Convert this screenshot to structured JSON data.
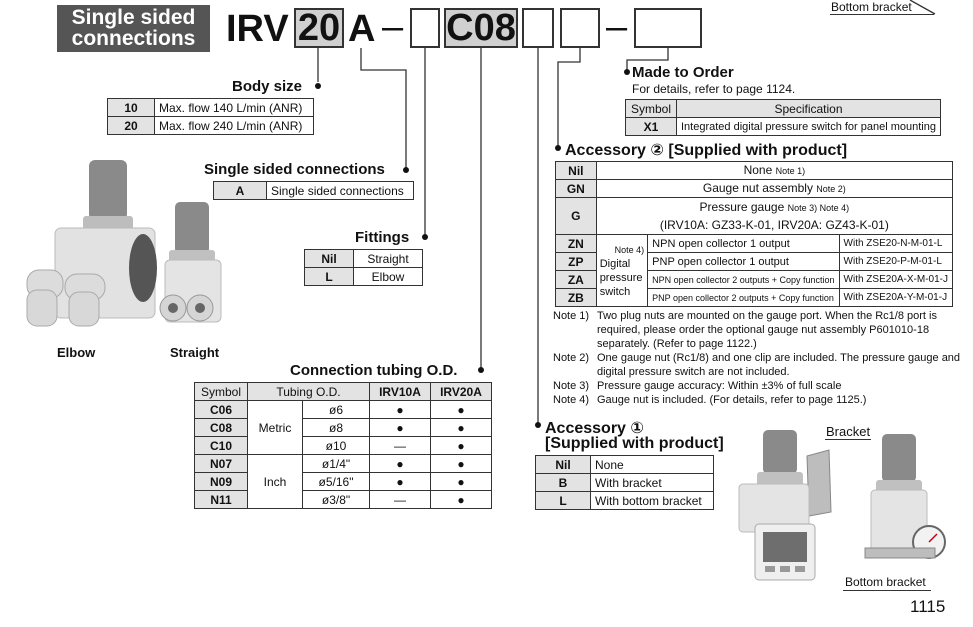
{
  "header": {
    "tag_line1": "Single sided",
    "tag_line2": "connections",
    "code_prefix": "IRV",
    "code_size": "20",
    "code_type": "A",
    "dash1": "–",
    "code_fitting": "C08",
    "dash2": "–"
  },
  "top_callout": "Bottom bracket",
  "body_size": {
    "title": "Body size",
    "rows": [
      {
        "code": "10",
        "desc": "Max. flow 140 L/min (ANR)"
      },
      {
        "code": "20",
        "desc": "Max. flow 240 L/min (ANR)"
      }
    ]
  },
  "single_sided": {
    "title": "Single sided connections",
    "rows": [
      {
        "code": "A",
        "desc": "Single sided connections"
      }
    ]
  },
  "fittings": {
    "title": "Fittings",
    "rows": [
      {
        "code": "Nil",
        "desc": "Straight"
      },
      {
        "code": "L",
        "desc": "Elbow"
      }
    ]
  },
  "photo_labels": {
    "elbow": "Elbow",
    "straight": "Straight"
  },
  "tubing": {
    "title": "Connection tubing O.D.",
    "headers": [
      "Symbol",
      "Tubing O.D.",
      "IRV10A",
      "IRV20A"
    ],
    "group_metric": "Metric",
    "group_inch": "Inch",
    "rows": [
      {
        "symbol": "C06",
        "od": "ø6",
        "irv10a": "●",
        "irv20a": "●"
      },
      {
        "symbol": "C08",
        "od": "ø8",
        "irv10a": "●",
        "irv20a": "●"
      },
      {
        "symbol": "C10",
        "od": "ø10",
        "irv10a": "—",
        "irv20a": "●"
      },
      {
        "symbol": "N07",
        "od": "ø1/4\"",
        "irv10a": "●",
        "irv20a": "●"
      },
      {
        "symbol": "N09",
        "od": "ø5/16\"",
        "irv10a": "●",
        "irv20a": "●"
      },
      {
        "symbol": "N11",
        "od": "ø3/8\"",
        "irv10a": "—",
        "irv20a": "●"
      }
    ]
  },
  "made_to_order": {
    "title": "Made to Order",
    "subtitle": "For details, refer to page 1124.",
    "headers": [
      "Symbol",
      "Specification"
    ],
    "rows": [
      {
        "symbol": "X1",
        "spec": "Integrated digital pressure switch for panel mounting"
      }
    ]
  },
  "accessory2": {
    "title": "Accessory ② [Supplied with product]",
    "nil": {
      "code": "Nil",
      "desc": "None",
      "note": "Note 1)"
    },
    "gn": {
      "code": "GN",
      "desc": "Gauge nut assembly",
      "note": "Note 2)"
    },
    "g": {
      "code": "G",
      "desc": "Pressure gauge",
      "note": "Note 3) Note 4)",
      "desc2": "(IRV10A: GZ33-K-01, IRV20A: GZ43-K-01)"
    },
    "switch_note": "Note 4)",
    "switch_label1": "Digital",
    "switch_label2": "pressure",
    "switch_label3": "switch",
    "switch_rows": [
      {
        "code": "ZN",
        "desc": "NPN open collector 1 output",
        "model": "With ZSE20-N-M-01-L"
      },
      {
        "code": "ZP",
        "desc": "PNP open collector 1 output",
        "model": "With ZSE20-P-M-01-L"
      },
      {
        "code": "ZA",
        "desc": "NPN open collector 2 outputs + Copy function",
        "model": "With ZSE20A-X-M-01-J"
      },
      {
        "code": "ZB",
        "desc": "PNP open collector 2 outputs + Copy function",
        "model": "With ZSE20A-Y-M-01-J"
      }
    ]
  },
  "notes": [
    {
      "label": "Note 1)",
      "text": "Two plug nuts are mounted on the gauge port. When the Rc1/8 port is required, please order the optional gauge nut assembly P601010-18 separately. (Refer to page 1122.)"
    },
    {
      "label": "Note 2)",
      "text": "One gauge nut (Rc1/8) and one clip are included. The pressure gauge and digital pressure switch are not included."
    },
    {
      "label": "Note 3)",
      "text": "Pressure gauge accuracy: Within ±3% of full scale"
    },
    {
      "label": "Note 4)",
      "text": "Gauge nut is included. (For details, refer to page 1125.)"
    }
  ],
  "accessory1": {
    "title_line1": "Accessory ①",
    "title_line2": "[Supplied with product]",
    "rows": [
      {
        "code": "Nil",
        "desc": "None"
      },
      {
        "code": "B",
        "desc": "With bracket"
      },
      {
        "code": "L",
        "desc": "With bottom bracket"
      }
    ]
  },
  "bracket_labels": {
    "bracket": "Bracket",
    "bottom_bracket": "Bottom bracket"
  },
  "page_number": "1115"
}
